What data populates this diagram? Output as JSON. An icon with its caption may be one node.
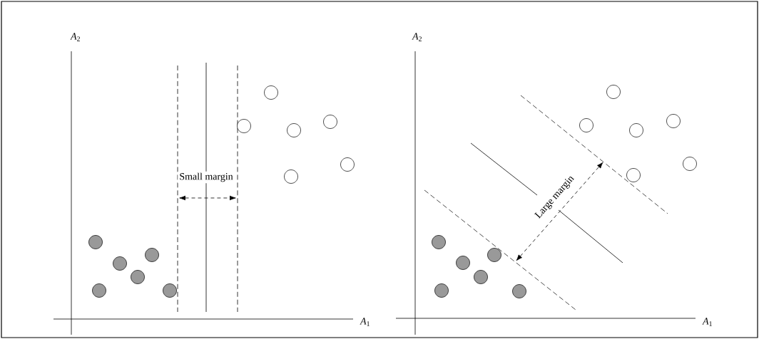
{
  "diagram": {
    "labels": [
      "*A*$_{2}$",
      "*A*$_{1}$",
      "Small margin",
      "*A*$_{2}$",
      "*A*$_{1}$",
      "Large margin"
    ]
  }
}
